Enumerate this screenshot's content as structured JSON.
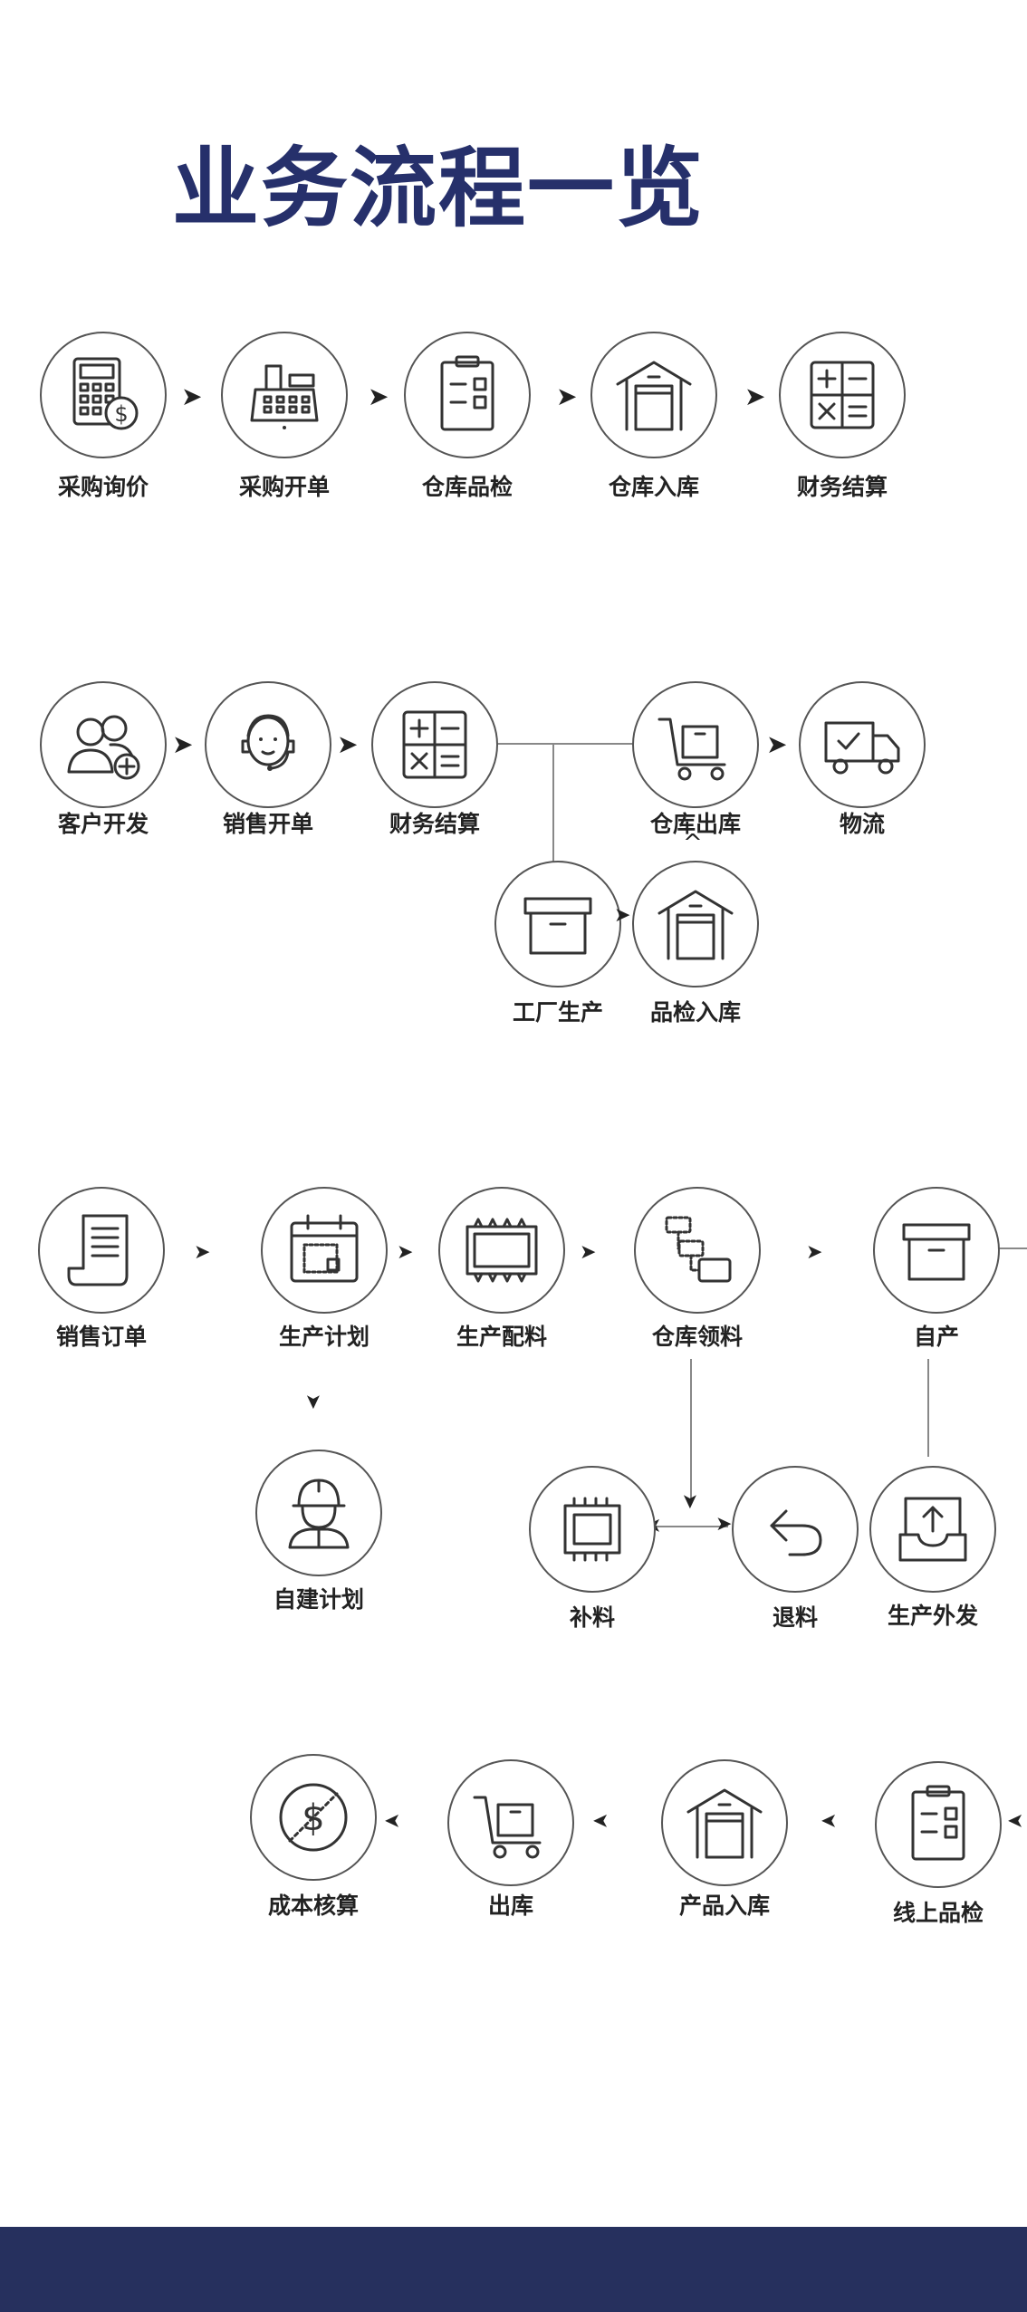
{
  "title": "业务流程一览",
  "colors": {
    "title": "#26306b",
    "footer": "#26305e",
    "line": "#888888"
  },
  "flow1": {
    "nodes": [
      {
        "label": "采购询价",
        "icon": "calculator-dollar-icon"
      },
      {
        "label": "采购开单",
        "icon": "cash-register-icon"
      },
      {
        "label": "仓库品检",
        "icon": "clipboard-check-icon"
      },
      {
        "label": "仓库入库",
        "icon": "warehouse-icon"
      },
      {
        "label": "财务结算",
        "icon": "math-operators-icon"
      }
    ]
  },
  "flow2": {
    "nodes": [
      {
        "label": "客户开发",
        "icon": "users-add-icon"
      },
      {
        "label": "销售开单",
        "icon": "support-agent-icon"
      },
      {
        "label": "财务结算",
        "icon": "math-operators-icon"
      },
      {
        "label": "仓库出库",
        "icon": "cart-box-icon"
      },
      {
        "label": "物流",
        "icon": "delivery-truck-icon"
      },
      {
        "label": "工厂生产",
        "icon": "box-icon"
      },
      {
        "label": "品检入库",
        "icon": "warehouse-icon"
      }
    ]
  },
  "flow3": {
    "nodes": [
      {
        "label": "销售订单",
        "icon": "document-scroll-icon"
      },
      {
        "label": "生产计划",
        "icon": "calendar-icon"
      },
      {
        "label": "生产配料",
        "icon": "chip-frame-icon"
      },
      {
        "label": "仓库领料",
        "icon": "flowchart-icon"
      },
      {
        "label": "自产",
        "icon": "box-icon"
      },
      {
        "label": "自建计划",
        "icon": "worker-helmet-icon"
      },
      {
        "label": "补料",
        "icon": "chip-icon"
      },
      {
        "label": "退料",
        "icon": "return-arrow-icon"
      },
      {
        "label": "生产外发",
        "icon": "inbox-upload-icon"
      }
    ]
  },
  "flow4": {
    "nodes": [
      {
        "label": "成本核算",
        "icon": "dollar-coin-icon"
      },
      {
        "label": "出库",
        "icon": "cart-box-icon"
      },
      {
        "label": "产品入库",
        "icon": "warehouse-icon"
      },
      {
        "label": "线上品检",
        "icon": "clipboard-check-icon"
      }
    ]
  }
}
